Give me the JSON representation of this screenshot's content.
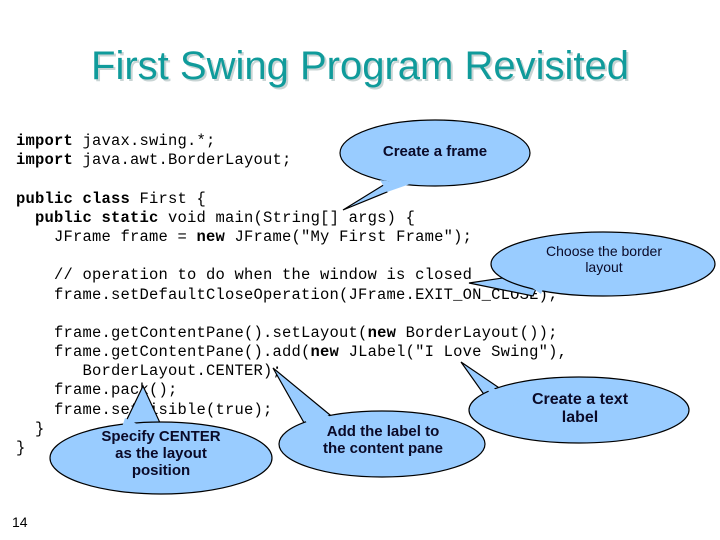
{
  "slide": {
    "title": "First Swing Program Revisited",
    "page_number": "14",
    "title_color": "#109B9B",
    "callout_fill": "#99CCFF",
    "callout_stroke": "#000000",
    "code_color": "#000000",
    "background": "#FFFFFF"
  },
  "code": {
    "lines": [
      {
        "id": "line-1",
        "segments": [
          {
            "text": "import ",
            "bold": true
          },
          {
            "text": "javax.swing.*;",
            "bold": false
          }
        ]
      },
      {
        "id": "line-2",
        "segments": [
          {
            "text": "import ",
            "bold": true
          },
          {
            "text": "java.awt.BorderLayout;",
            "bold": false
          }
        ]
      },
      {
        "id": "line-3",
        "segments": [
          {
            "text": "",
            "bold": false
          }
        ]
      },
      {
        "id": "line-4",
        "segments": [
          {
            "text": "public class ",
            "bold": true
          },
          {
            "text": "First {",
            "bold": false
          }
        ]
      },
      {
        "id": "line-5",
        "segments": [
          {
            "text": "  ",
            "bold": false
          },
          {
            "text": "public static ",
            "bold": true
          },
          {
            "text": "void main(String[] args) {",
            "bold": false
          }
        ]
      },
      {
        "id": "line-6",
        "segments": [
          {
            "text": "    JFrame frame = ",
            "bold": false
          },
          {
            "text": "new ",
            "bold": true
          },
          {
            "text": "JFrame(\"My First Frame\");",
            "bold": false
          }
        ]
      },
      {
        "id": "line-7",
        "segments": [
          {
            "text": "",
            "bold": false
          }
        ]
      },
      {
        "id": "line-8",
        "segments": [
          {
            "text": "    // operation to do when the window is closed",
            "bold": false
          }
        ]
      },
      {
        "id": "line-9",
        "segments": [
          {
            "text": "    frame.setDefaultCloseOperation(JFrame.EXIT_ON_CLOSE);",
            "bold": false
          }
        ]
      },
      {
        "id": "line-10",
        "segments": [
          {
            "text": "",
            "bold": false
          }
        ]
      },
      {
        "id": "line-11",
        "segments": [
          {
            "text": "    frame.getContentPane().setLayout(",
            "bold": false
          },
          {
            "text": "new ",
            "bold": true
          },
          {
            "text": "BorderLayout());",
            "bold": false
          }
        ]
      },
      {
        "id": "line-12",
        "segments": [
          {
            "text": "    frame.getContentPane().add(",
            "bold": false
          },
          {
            "text": "new ",
            "bold": true
          },
          {
            "text": "JLabel(\"I Love Swing\"),",
            "bold": false
          }
        ]
      },
      {
        "id": "line-13",
        "segments": [
          {
            "text": "       BorderLayout.CENTER);",
            "bold": false
          }
        ]
      },
      {
        "id": "line-14",
        "segments": [
          {
            "text": "    frame.pack();",
            "bold": false
          }
        ]
      },
      {
        "id": "line-15",
        "segments": [
          {
            "text": "    frame.setVisible(true);",
            "bold": false
          }
        ]
      },
      {
        "id": "line-16",
        "segments": [
          {
            "text": "  }",
            "bold": false
          }
        ]
      },
      {
        "id": "line-17",
        "segments": [
          {
            "text": "}",
            "bold": false
          }
        ]
      }
    ]
  },
  "callouts": [
    {
      "id": "callout-create-frame",
      "label": "Create a frame",
      "bold": true,
      "font_size": 15
    },
    {
      "id": "callout-border-layout",
      "label": "Choose the border\nlayout",
      "bold": false,
      "font_size": 14
    },
    {
      "id": "callout-create-text-label",
      "label": "Create a text\nlabel",
      "bold": true,
      "font_size": 16
    },
    {
      "id": "callout-add-label",
      "label": "Add the label to\nthe content pane",
      "bold": true,
      "font_size": 15
    },
    {
      "id": "callout-specify-center",
      "label": "Specify CENTER\nas  the layout\nposition",
      "bold": true,
      "font_size": 15
    }
  ]
}
